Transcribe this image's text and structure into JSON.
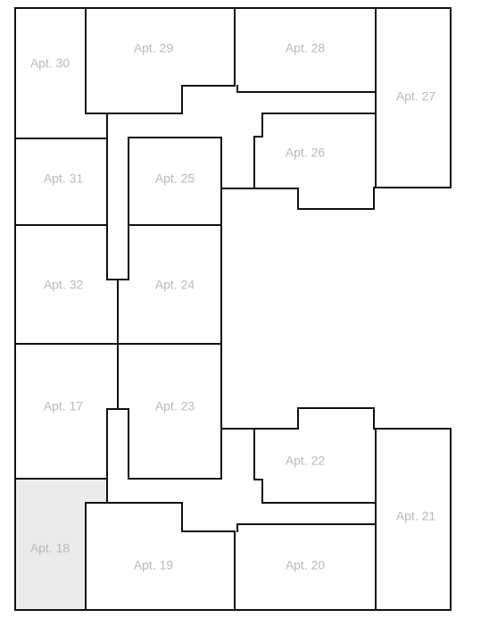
{
  "floor_plan": {
    "units": [
      {
        "id": "apt-30",
        "label": "Apt. 30",
        "selected": false
      },
      {
        "id": "apt-29",
        "label": "Apt. 29",
        "selected": false
      },
      {
        "id": "apt-28",
        "label": "Apt. 28",
        "selected": false
      },
      {
        "id": "apt-27",
        "label": "Apt. 27",
        "selected": false
      },
      {
        "id": "apt-26",
        "label": "Apt. 26",
        "selected": false
      },
      {
        "id": "apt-31",
        "label": "Apt. 31",
        "selected": false
      },
      {
        "id": "apt-25",
        "label": "Apt. 25",
        "selected": false
      },
      {
        "id": "apt-32",
        "label": "Apt. 32",
        "selected": false
      },
      {
        "id": "apt-24",
        "label": "Apt. 24",
        "selected": false
      },
      {
        "id": "apt-17",
        "label": "Apt. 17",
        "selected": false
      },
      {
        "id": "apt-23",
        "label": "Apt. 23",
        "selected": false
      },
      {
        "id": "apt-22",
        "label": "Apt. 22",
        "selected": false
      },
      {
        "id": "apt-21",
        "label": "Apt. 21",
        "selected": false
      },
      {
        "id": "apt-18",
        "label": "Apt. 18",
        "selected": true
      },
      {
        "id": "apt-19",
        "label": "Apt. 19",
        "selected": false
      },
      {
        "id": "apt-20",
        "label": "Apt. 20",
        "selected": false
      }
    ],
    "colors": {
      "wall": "#111111",
      "label": "#b9b9b9",
      "unit_fill": "#ffffff",
      "selected_fill": "#ebebeb"
    }
  }
}
